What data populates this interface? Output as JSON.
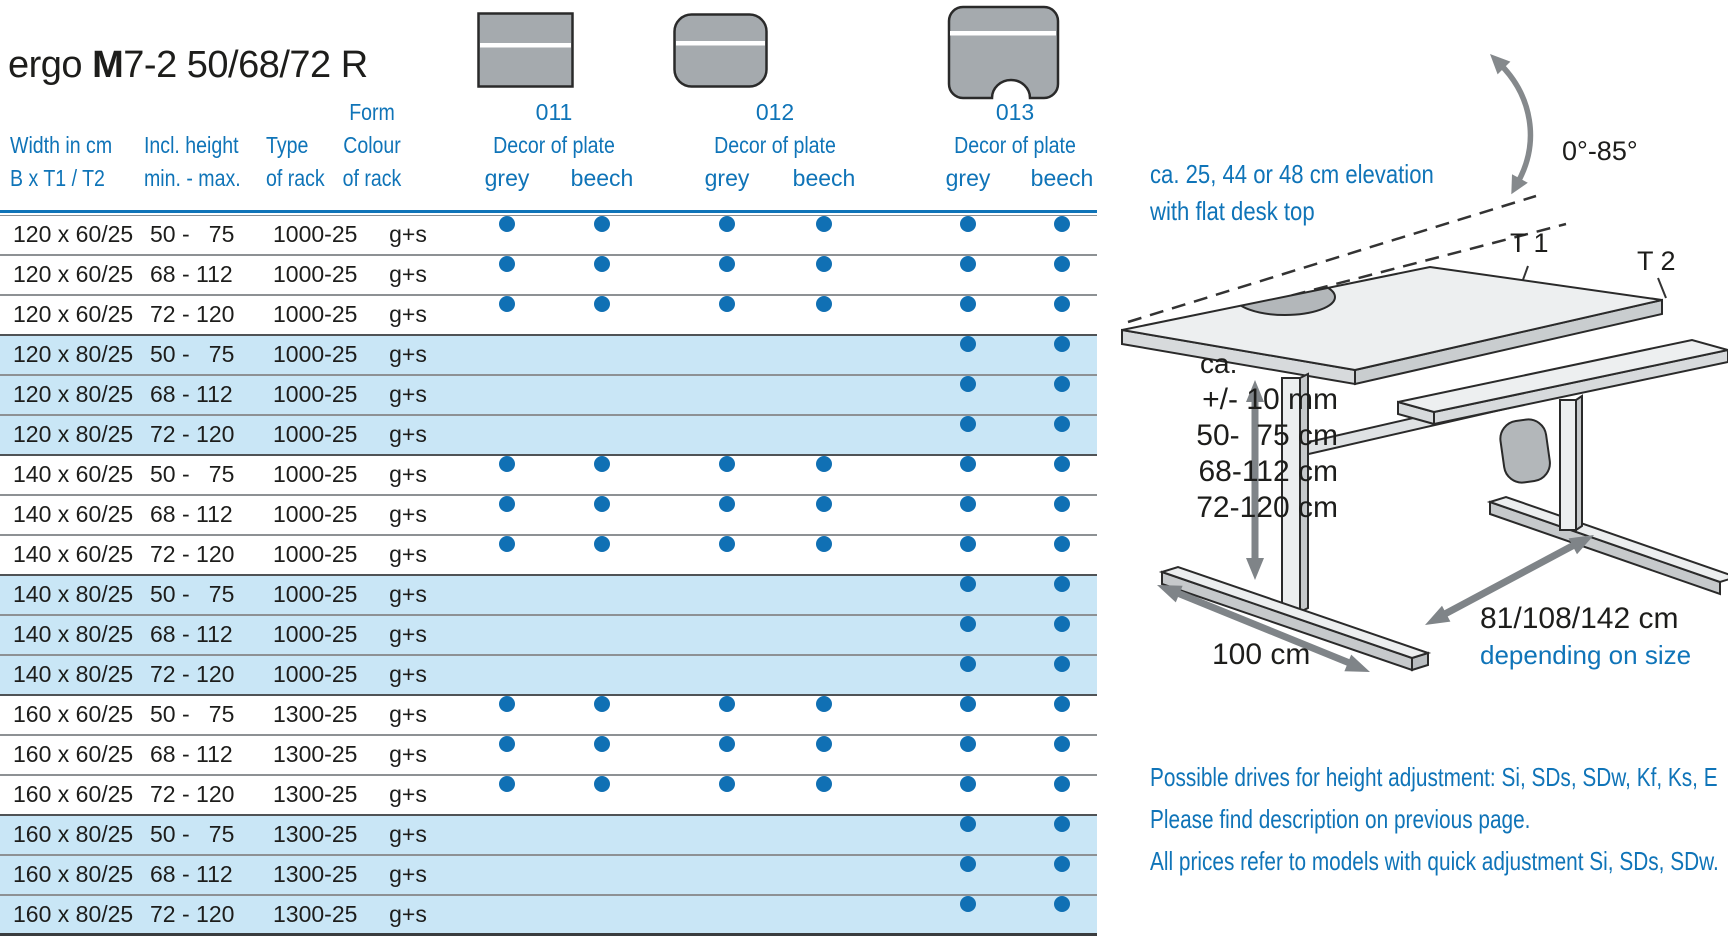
{
  "title": {
    "prefix": "ergo ",
    "bold": "M",
    "rest": "7-2 50/68/72 R"
  },
  "table": {
    "columns": {
      "width": [
        "Width in cm",
        "B  x T1 / T2"
      ],
      "height": [
        "Incl. height",
        "min. - max."
      ],
      "type": [
        "Type",
        "of rack"
      ],
      "form": [
        "Form",
        "Colour",
        "of rack"
      ]
    },
    "groups": [
      {
        "code": "011",
        "label": "Decor of plate",
        "grey": "grey",
        "beech": "beech",
        "shape": "rectangle"
      },
      {
        "code": "012",
        "label": "Decor of plate",
        "grey": "grey",
        "beech": "beech",
        "shape": "rounded-rectangle"
      },
      {
        "code": "013",
        "label": "Decor of plate",
        "grey": "grey",
        "beech": "beech",
        "shape": "rounded-with-notch"
      }
    ],
    "rows": [
      {
        "size": "120 x 60/25",
        "height": "50 -   75",
        "type": "1000-25",
        "form": "g+s",
        "dots": [
          1,
          1,
          1,
          1,
          1,
          1
        ],
        "hl": false
      },
      {
        "size": "120 x 60/25",
        "height": "68 - 112",
        "type": "1000-25",
        "form": "g+s",
        "dots": [
          1,
          1,
          1,
          1,
          1,
          1
        ],
        "hl": false
      },
      {
        "size": "120 x 60/25",
        "height": "72 - 120",
        "type": "1000-25",
        "form": "g+s",
        "dots": [
          1,
          1,
          1,
          1,
          1,
          1
        ],
        "hl": false
      },
      {
        "size": "120 x 80/25",
        "height": "50 -   75",
        "type": "1000-25",
        "form": "g+s",
        "dots": [
          0,
          0,
          0,
          0,
          1,
          1
        ],
        "hl": true
      },
      {
        "size": "120 x 80/25",
        "height": "68 - 112",
        "type": "1000-25",
        "form": "g+s",
        "dots": [
          0,
          0,
          0,
          0,
          1,
          1
        ],
        "hl": true
      },
      {
        "size": "120 x 80/25",
        "height": "72 - 120",
        "type": "1000-25",
        "form": "g+s",
        "dots": [
          0,
          0,
          0,
          0,
          1,
          1
        ],
        "hl": true
      },
      {
        "size": "140 x 60/25",
        "height": "50 -   75",
        "type": "1000-25",
        "form": "g+s",
        "dots": [
          1,
          1,
          1,
          1,
          1,
          1
        ],
        "hl": false
      },
      {
        "size": "140 x 60/25",
        "height": "68 - 112",
        "type": "1000-25",
        "form": "g+s",
        "dots": [
          1,
          1,
          1,
          1,
          1,
          1
        ],
        "hl": false
      },
      {
        "size": "140 x 60/25",
        "height": "72 - 120",
        "type": "1000-25",
        "form": "g+s",
        "dots": [
          1,
          1,
          1,
          1,
          1,
          1
        ],
        "hl": false
      },
      {
        "size": "140 x 80/25",
        "height": "50 -   75",
        "type": "1000-25",
        "form": "g+s",
        "dots": [
          0,
          0,
          0,
          0,
          1,
          1
        ],
        "hl": true
      },
      {
        "size": "140 x 80/25",
        "height": "68 - 112",
        "type": "1000-25",
        "form": "g+s",
        "dots": [
          0,
          0,
          0,
          0,
          1,
          1
        ],
        "hl": true
      },
      {
        "size": "140 x 80/25",
        "height": "72 - 120",
        "type": "1000-25",
        "form": "g+s",
        "dots": [
          0,
          0,
          0,
          0,
          1,
          1
        ],
        "hl": true
      },
      {
        "size": "160 x 60/25",
        "height": "50 -   75",
        "type": "1300-25",
        "form": "g+s",
        "dots": [
          1,
          1,
          1,
          1,
          1,
          1
        ],
        "hl": false
      },
      {
        "size": "160 x 60/25",
        "height": "68 - 112",
        "type": "1300-25",
        "form": "g+s",
        "dots": [
          1,
          1,
          1,
          1,
          1,
          1
        ],
        "hl": false
      },
      {
        "size": "160 x 60/25",
        "height": "72 - 120",
        "type": "1300-25",
        "form": "g+s",
        "dots": [
          1,
          1,
          1,
          1,
          1,
          1
        ],
        "hl": false
      },
      {
        "size": "160 x 80/25",
        "height": "50 -   75",
        "type": "1300-25",
        "form": "g+s",
        "dots": [
          0,
          0,
          0,
          0,
          1,
          1
        ],
        "hl": true
      },
      {
        "size": "160 x 80/25",
        "height": "68 - 112",
        "type": "1300-25",
        "form": "g+s",
        "dots": [
          0,
          0,
          0,
          0,
          1,
          1
        ],
        "hl": true
      },
      {
        "size": "160 x 80/25",
        "height": "72 - 120",
        "type": "1300-25",
        "form": "g+s",
        "dots": [
          0,
          0,
          0,
          0,
          1,
          1
        ],
        "hl": true
      }
    ]
  },
  "illustration": {
    "elevation_line1": "ca. 25, 44 or 48 cm elevation",
    "elevation_line2": "with flat desk top",
    "tilt_range": "0°-85°",
    "t1": "T 1",
    "t2": "T 2",
    "ca": "ca.",
    "heights": [
      "+/- 10 mm",
      "50-  75 cm",
      "68-112 cm",
      "72-120 cm"
    ],
    "width_label": "100 cm",
    "depth_label": "81/108/142 cm",
    "depth_note": "depending on size"
  },
  "notes": [
    "Possible drives for height adjustment:  Si, SDs, SDw, Kf, Ks, E",
    "Please find description on previous page.",
    "All prices refer to models with quick adjustment Si, SDs, SDw."
  ],
  "colors": {
    "blue": "#0f74b8",
    "row_highlight": "#c9e6f6",
    "dot": "#1070b4",
    "icon_grey": "#a5aaae"
  }
}
